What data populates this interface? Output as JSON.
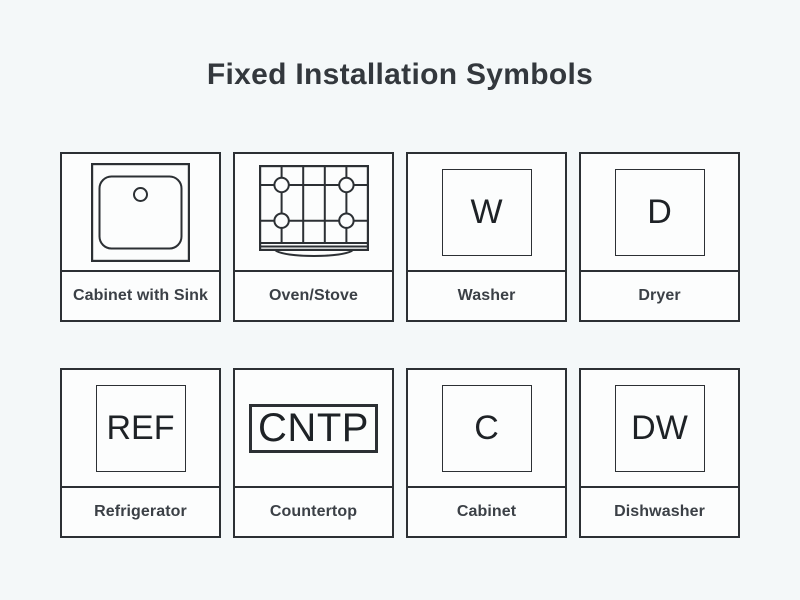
{
  "title": "Fixed Installation Symbols",
  "colors": {
    "background": "#f4f8f9",
    "card_background": "#fcfdfd",
    "border": "#2c3034",
    "title_text": "#33383d",
    "label_text": "#3b4046",
    "symbol_text": "#1e2226"
  },
  "cards": [
    {
      "label": "Cabinet with Sink",
      "symbol_type": "sink-drawing"
    },
    {
      "label": "Oven/Stove",
      "symbol_type": "stove-drawing"
    },
    {
      "label": "Washer",
      "symbol_type": "letter-box",
      "symbol_text": "W"
    },
    {
      "label": "Dryer",
      "symbol_type": "letter-box",
      "symbol_text": "D"
    },
    {
      "label": "Refrigerator",
      "symbol_type": "letter-box",
      "symbol_text": "REF"
    },
    {
      "label": "Countertop",
      "symbol_type": "letter-box-wide",
      "symbol_text": "CNTP"
    },
    {
      "label": "Cabinet",
      "symbol_type": "letter-box",
      "symbol_text": "C"
    },
    {
      "label": "Dishwasher",
      "symbol_type": "letter-box",
      "symbol_text": "DW"
    }
  ]
}
